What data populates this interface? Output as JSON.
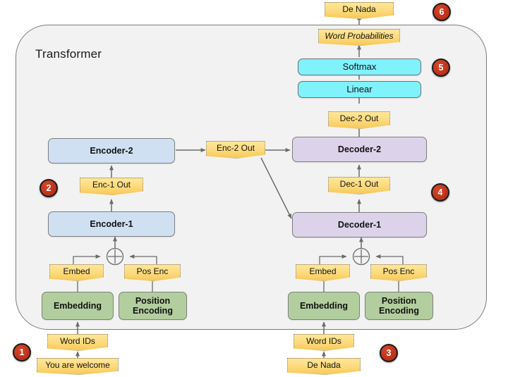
{
  "diagram": {
    "title": "Transformer",
    "accent_marker_color": "#c1351c",
    "encoder_color": "#cfe0f2",
    "decoder_color": "#dcd3ea",
    "embedding_color": "#b2ce9e",
    "output_layer_color": "#7ff2fb",
    "note_color": "#fcd97a",
    "container_color": "#f2f2f2"
  },
  "markers": [
    {
      "id": "1",
      "label": "1"
    },
    {
      "id": "2",
      "label": "2"
    },
    {
      "id": "3",
      "label": "3"
    },
    {
      "id": "4",
      "label": "4"
    },
    {
      "id": "5",
      "label": "5"
    },
    {
      "id": "6",
      "label": "6"
    }
  ],
  "encoder_stack": {
    "encoder_1": "Encoder-1",
    "encoder_2": "Encoder-2",
    "enc_1_out": "Enc-1 Out",
    "enc_2_out": "Enc-2 Out"
  },
  "decoder_stack": {
    "decoder_1": "Decoder-1",
    "decoder_2": "Decoder-2",
    "dec_1_out": "Dec-1 Out",
    "dec_2_out": "Dec-2 Out"
  },
  "output_head": {
    "linear": "Linear",
    "softmax": "Softmax",
    "word_probabilities": "Word Probabilities",
    "final_output": "De Nada"
  },
  "source_input": {
    "sentence": "You are welcome",
    "word_ids": "Word IDs",
    "embedding": "Embedding",
    "position_encoding": "Position Encoding",
    "embed_note": "Embed",
    "pos_enc_note": "Pos Enc"
  },
  "target_input": {
    "sentence": "De Nada",
    "word_ids": "Word IDs",
    "embedding": "Embedding",
    "position_encoding": "Position Encoding",
    "embed_note": "Embed",
    "pos_enc_note": "Pos Enc"
  }
}
